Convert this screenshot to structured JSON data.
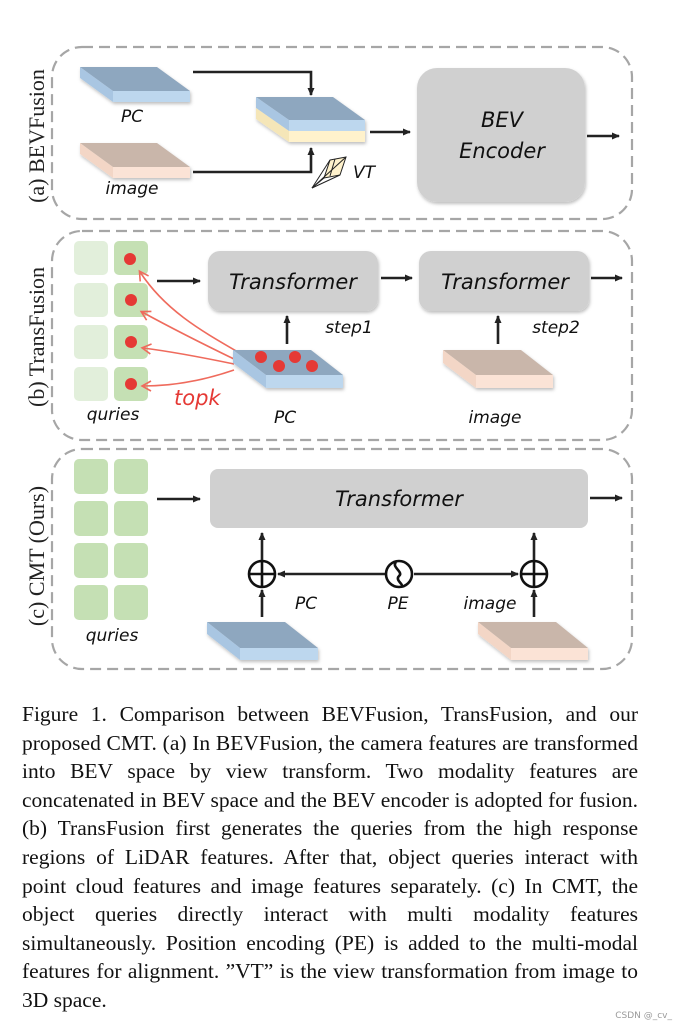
{
  "figure": {
    "panels": {
      "a": {
        "side_label": "(a) BEVFusion",
        "pc_label": "PC",
        "image_label": "image",
        "vt_label": "VT",
        "encoder_line1": "BEV",
        "encoder_line2": "Encoder"
      },
      "b": {
        "side_label": "(b) TransFusion",
        "transformer1_label": "Transformer",
        "transformer2_label": "Transformer",
        "step1_label": "step1",
        "step2_label": "step2",
        "queries_label": "quries",
        "topk_label": "topk",
        "pc_label": "PC",
        "image_label": "image"
      },
      "c": {
        "side_label": "(c) CMT (Ours)",
        "transformer_label": "Transformer",
        "queries_label": "quries",
        "pc_label": "PC",
        "pe_label": "PE",
        "image_label": "image"
      }
    },
    "colors": {
      "pc_top": "#8ea7bf",
      "pc_side": "#bdd7ee",
      "image_top": "#c9b6aa",
      "image_side": "#fbe3d6",
      "concat_side": "#fff2cc",
      "transformer_fill": "#d0d0d0",
      "query_light": "#e2efdb",
      "query_dark": "#c5e0b4",
      "topk_red": "#e53935",
      "dash": "#a6a6a6"
    }
  },
  "caption": {
    "text": "Figure 1.  Comparison between BEVFusion, TransFusion, and our proposed CMT. (a) In BEVFusion, the camera features are transformed into BEV space by view transform.  Two modality features are concatenated in BEV space and the BEV encoder is adopted for fusion.  (b) TransFusion first generates the queries from the high response regions of LiDAR features. After that, object queries interact with point cloud features and image features separately.  (c) In CMT, the object queries directly interact with multi modality features simultaneously. Position encoding (PE) is added to the multi-modal features for alignment. ”VT” is the view transformation from image to 3D space."
  },
  "watermark": "CSDN @_cv_"
}
